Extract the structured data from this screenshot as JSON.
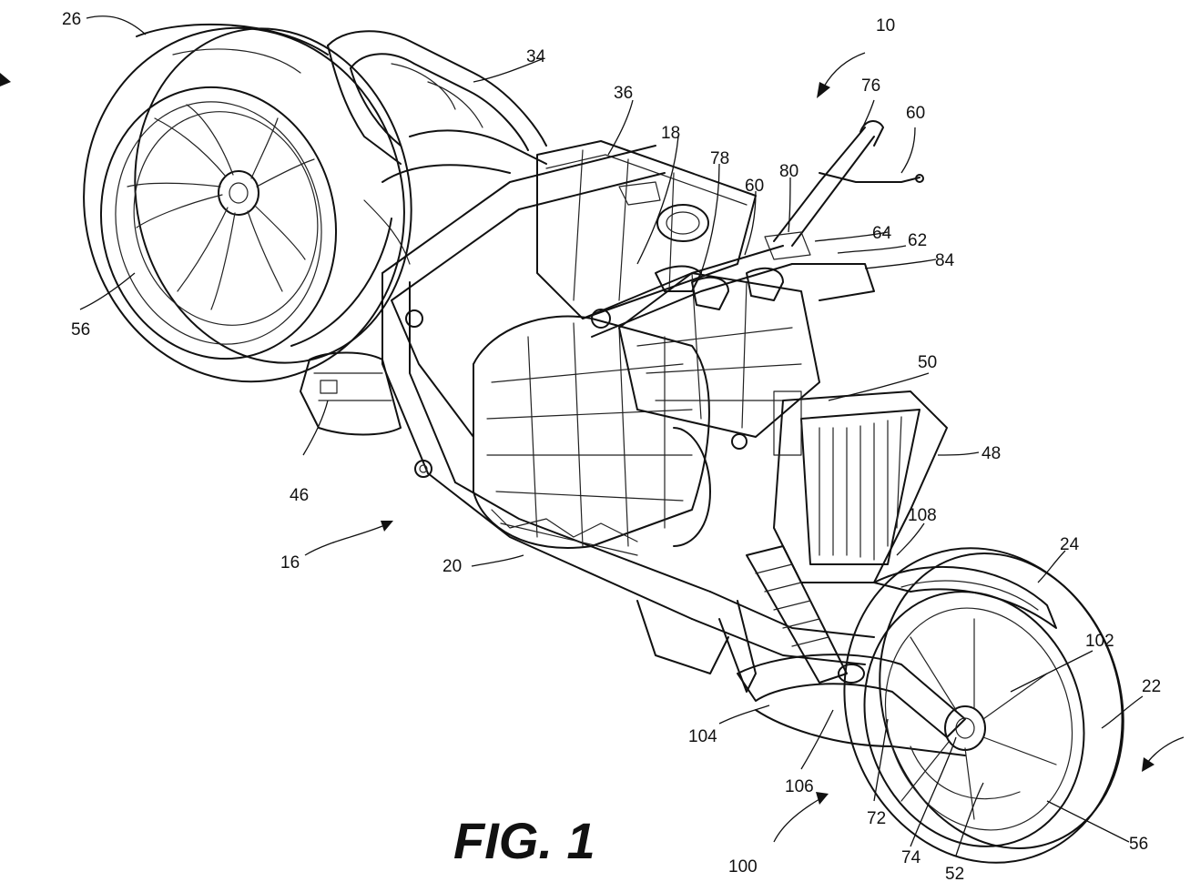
{
  "caption": "FIG. 1",
  "labels": {
    "l10": "10",
    "l16": "16",
    "l18": "18",
    "l20": "20",
    "l22": "22",
    "l24": "24",
    "l26": "26",
    "l34": "34",
    "l36": "36",
    "l46": "46",
    "l48": "48",
    "l50": "50",
    "l52": "52",
    "l56a": "56",
    "l56b": "56",
    "l60a": "60",
    "l60b": "60",
    "l62": "62",
    "l64": "64",
    "l72": "72",
    "l74": "74",
    "l76": "76",
    "l78": "78",
    "l80": "80",
    "l84": "84",
    "l100": "100",
    "l102": "102",
    "l104": "104",
    "l106": "106",
    "l108": "108"
  }
}
